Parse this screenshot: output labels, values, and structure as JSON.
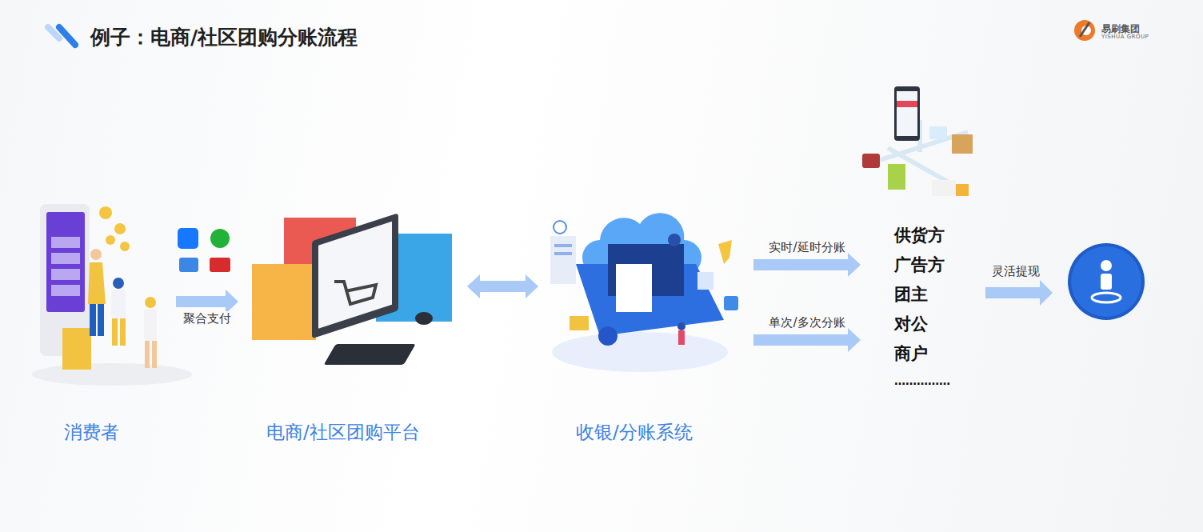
{
  "diagram": {
    "title": "例子：电商/社区团购分账流程",
    "nodes": [
      {
        "text": [
          "消费者"
        ]
      },
      {
        "text": [
          "电商/社区团购平台"
        ]
      },
      {
        "text": [
          "收银/分账系统"
        ]
      },
      {
        "text": [
          "供货方",
          "广告方",
          "团主",
          "对公",
          "商户",
          "……………"
        ]
      }
    ],
    "edges": [
      {
        "from": 0,
        "to": 1,
        "label": "聚合支付",
        "arrow": "to"
      },
      {
        "from": 1,
        "to": 2,
        "arrow": "both"
      },
      {
        "from": 2,
        "to": 3,
        "label": "实时/延时分账",
        "arrow": "to"
      },
      {
        "from": 2,
        "to": 3,
        "label": "单次/多次分账",
        "arrow": "to"
      }
    ],
    "labels": [
      "易刷集团",
      "YISHUA GROUP",
      "灵活提现"
    ]
  }
}
